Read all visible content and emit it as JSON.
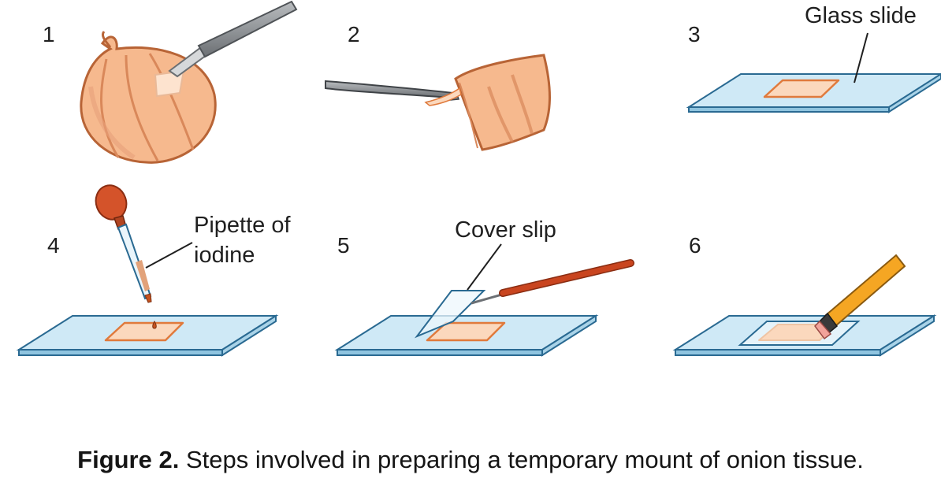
{
  "steps": [
    {
      "number": "1"
    },
    {
      "number": "2"
    },
    {
      "number": "3",
      "label": "Glass slide"
    },
    {
      "number": "4",
      "label_line1": "Pipette of",
      "label_line2": "iodine"
    },
    {
      "number": "5",
      "label": "Cover slip"
    },
    {
      "number": "6"
    }
  ],
  "caption": {
    "prefix": "Figure 2.",
    "text": "Steps involved in preparing a temporary mount of onion tissue."
  },
  "colors": {
    "onion_fill": "#f6b98e",
    "onion_stroke": "#c26a3a",
    "slide_top": "#cfe9f6",
    "slide_edge": "#8fc4df",
    "slide_stroke": "#2a6a92",
    "peel_fill": "#fbd8bd",
    "peel_stroke": "#e07a3c",
    "pipette_bulb": "#d4532a",
    "needle_handle": "#c9451f",
    "brush_handle": "#f5a623",
    "steel": "#8a8e92"
  }
}
